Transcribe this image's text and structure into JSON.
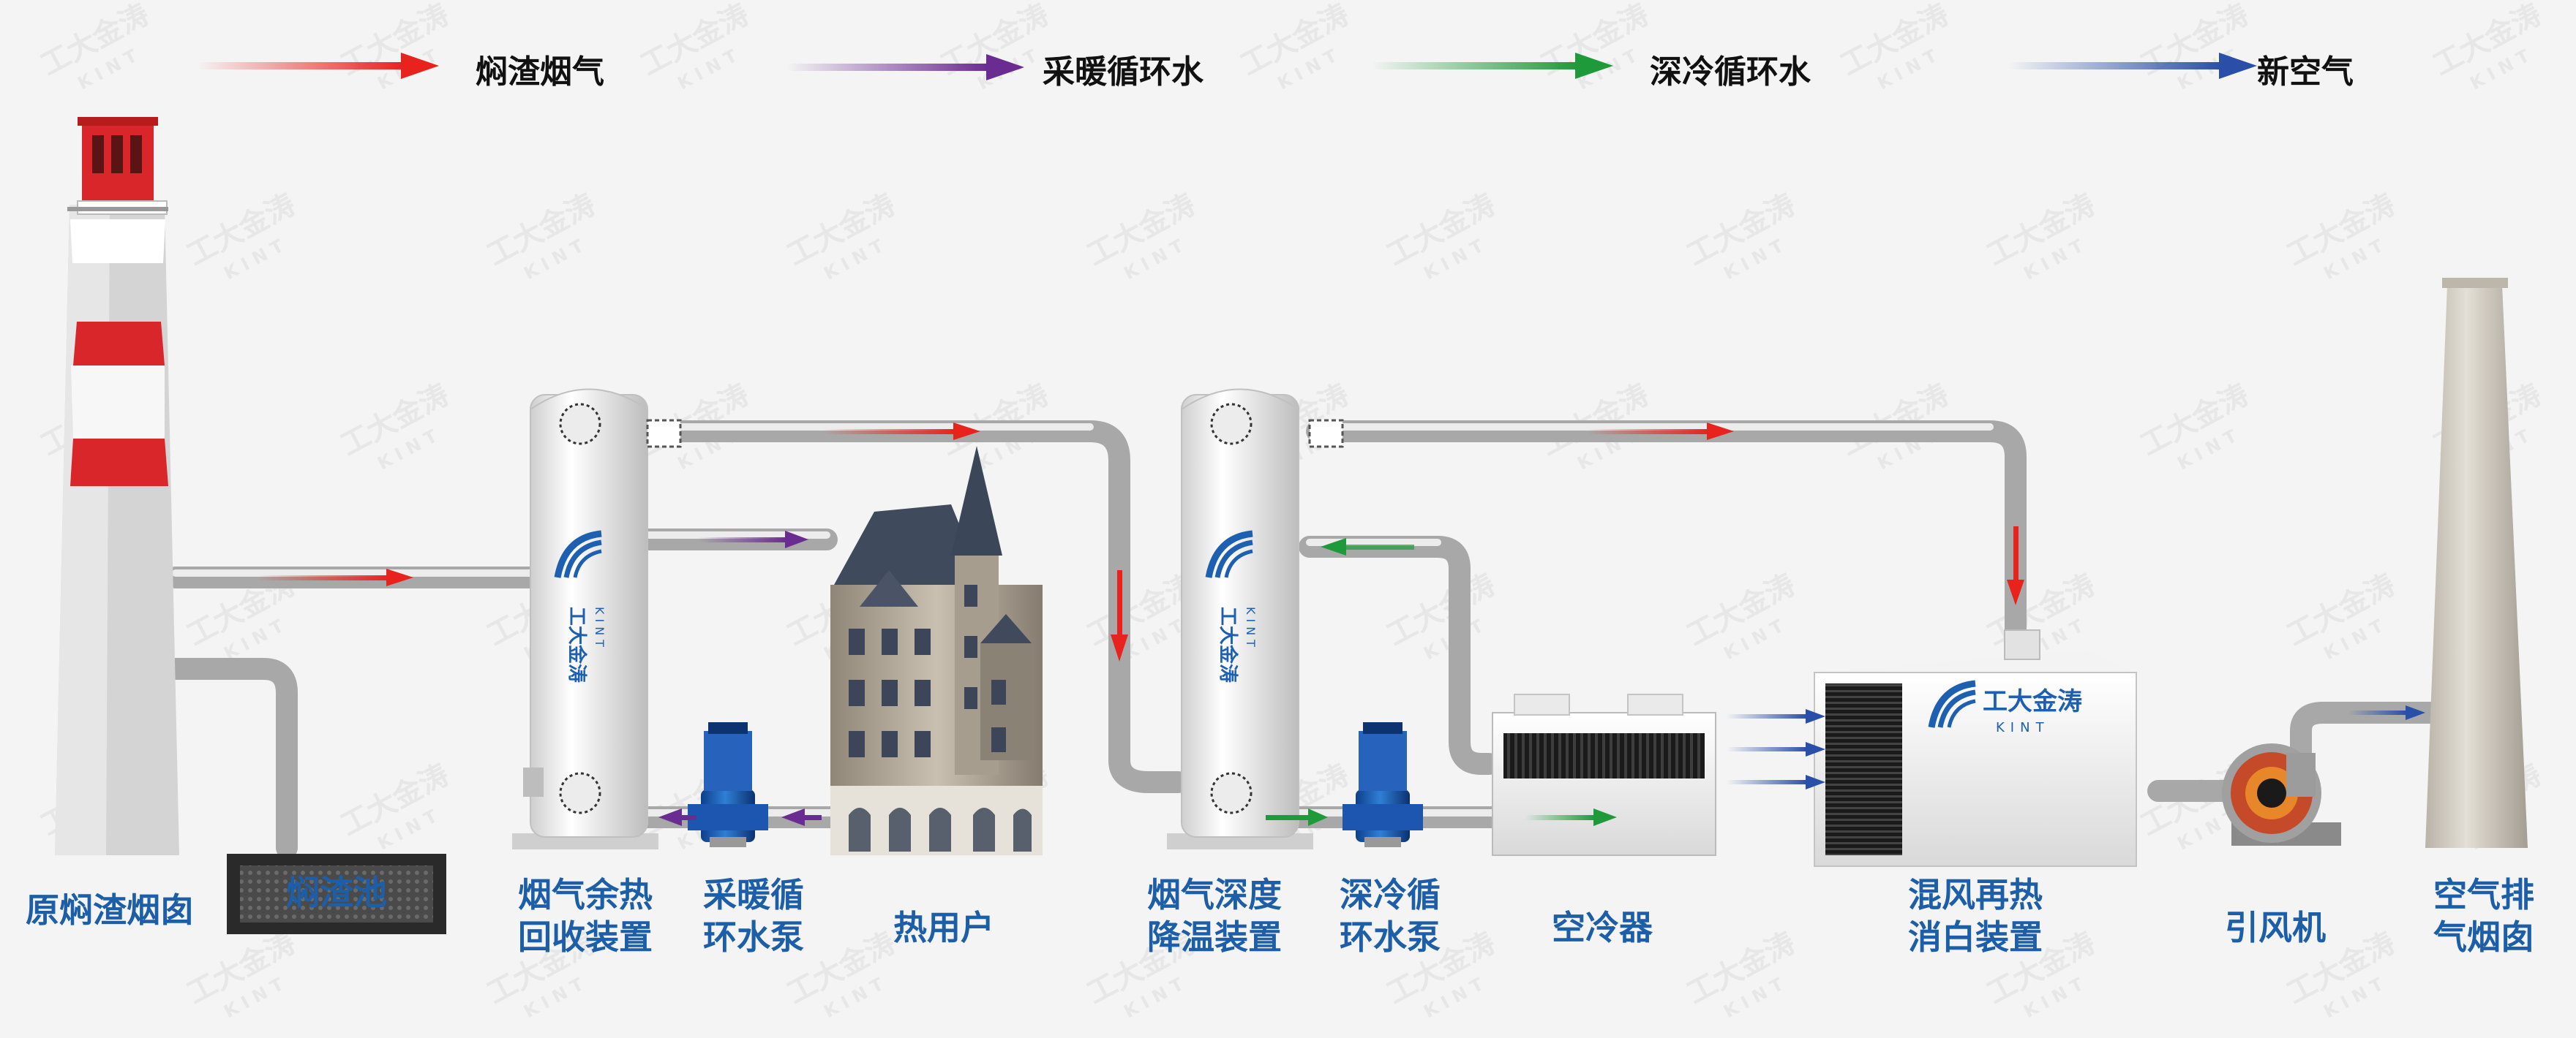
{
  "watermark": {
    "brand_cn": "工大金涛",
    "brand_en": "KINT"
  },
  "legend": [
    {
      "label": "焖渣烟气",
      "color": "#e8231e"
    },
    {
      "label": "采暖循环水",
      "color": "#6a2c91"
    },
    {
      "label": "深冷循环水",
      "color": "#1f9a3a"
    },
    {
      "label": "新空气",
      "color": "#2a4fa8"
    }
  ],
  "brand_badge": {
    "cn": "工大金涛",
    "en": "KINT"
  },
  "slag_pool_label": "焖渣池",
  "labels": {
    "chimney": [
      "原焖渣烟囱"
    ],
    "recovery": [
      "烟气余热",
      "回收装置"
    ],
    "heat_pump": [
      "采暖循",
      "环水泵"
    ],
    "user": [
      "热用户"
    ],
    "cooling": [
      "烟气深度",
      "降温装置"
    ],
    "deep_pump": [
      "深冷循",
      "环水泵"
    ],
    "air_cooler": [
      "空冷器"
    ],
    "mixer": [
      "混风再热",
      "消白装置"
    ],
    "fan": [
      "引风机"
    ],
    "exhaust": [
      "空气排",
      "气烟囱"
    ]
  }
}
